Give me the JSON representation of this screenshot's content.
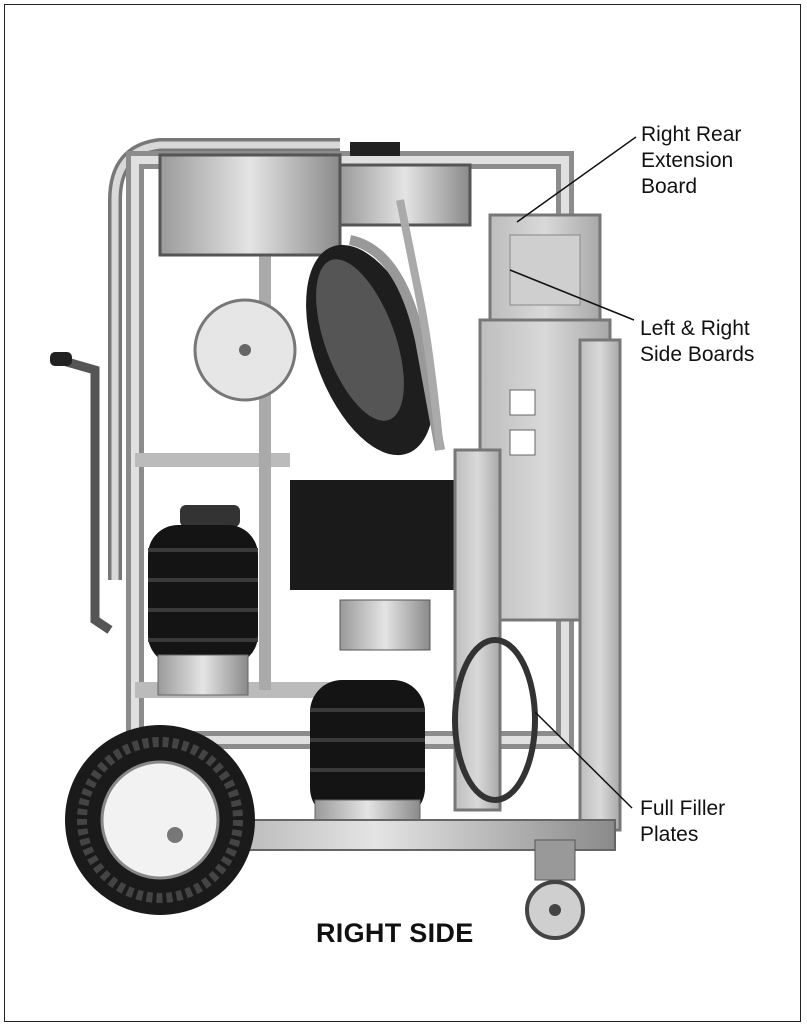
{
  "callouts": {
    "rear_extension": [
      "Right Rear",
      "Extension",
      "Board"
    ],
    "side_boards": [
      "Left & Right",
      "Side Boards"
    ],
    "filler_plates": [
      "Full Filler",
      "Plates"
    ]
  },
  "caption": "RIGHT SIDE",
  "colors": {
    "frame": "#222222",
    "text": "#111111"
  }
}
